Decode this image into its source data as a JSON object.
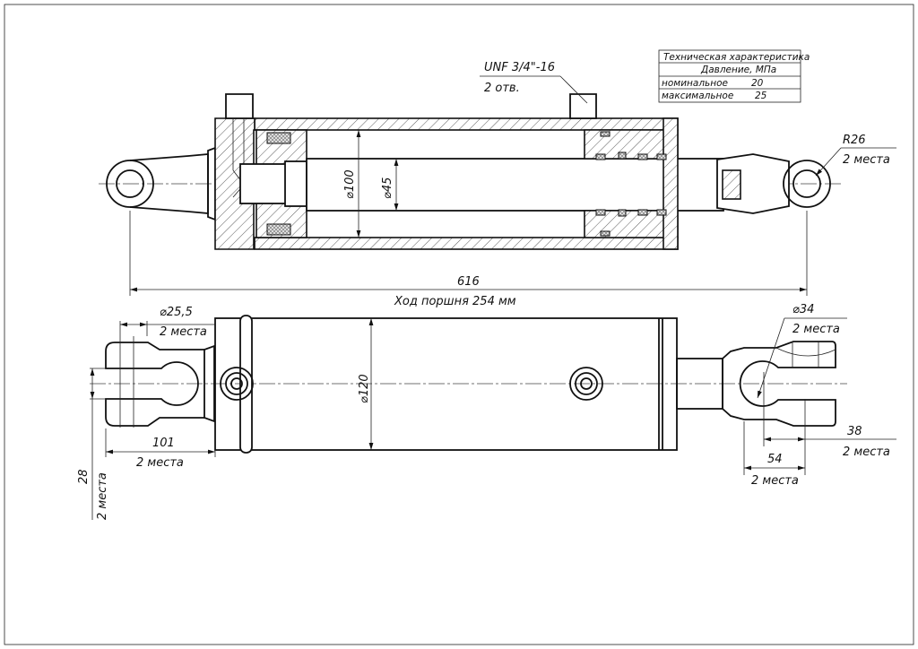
{
  "spec_table": {
    "title": "Техническая характеристика",
    "subtitle": "Давление, МПа",
    "rows": [
      {
        "label": "номинальное",
        "value": "20"
      },
      {
        "label": "максимальное",
        "value": "25"
      }
    ]
  },
  "annotations": {
    "port_thread": "UNF 3/4\"-16",
    "port_count": "2 отв.",
    "eye_radius": "R26",
    "eye_radius_note": "2 места",
    "overall_length": "616",
    "stroke": "Ход поршня 254 мм",
    "bore_dia": "⌀100",
    "rod_dia": "⌀45",
    "pin_dia_left": "⌀25,5",
    "pin_dia_left_note": "2 места",
    "body_dia": "⌀120",
    "pin_dia_right": "⌀34",
    "pin_dia_right_note": "2 места",
    "clevis_len": "101",
    "clevis_len_note": "2 места",
    "slot_width": "28",
    "slot_width_note": "2 места",
    "dim_38": "38",
    "dim_38_note": "2 места",
    "dim_54": "54",
    "dim_54_note": "2 места"
  }
}
